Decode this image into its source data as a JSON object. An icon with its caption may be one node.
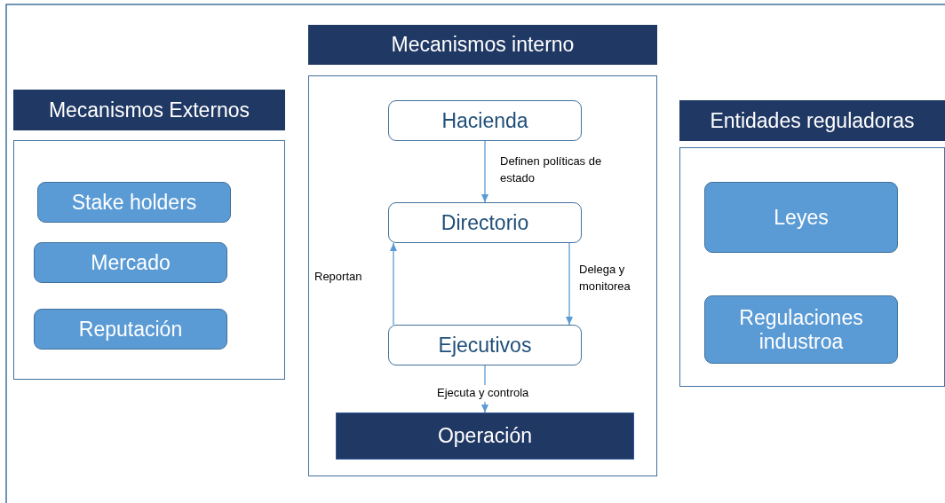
{
  "diagram": {
    "nodes": [
      {
        "text": [
          "Mecanismos Externos"
        ]
      },
      {
        "text": [
          "Stake holders"
        ],
        "in": 0
      },
      {
        "text": [
          "Mercado"
        ],
        "in": 0
      },
      {
        "text": [
          "Reputación"
        ],
        "in": 0
      },
      {
        "text": [
          "Mecanismos interno"
        ]
      },
      {
        "text": [
          "Hacienda"
        ],
        "in": 4
      },
      {
        "text": [
          "Directorio"
        ],
        "in": 4
      },
      {
        "text": [
          "Ejecutivos"
        ],
        "in": 4
      },
      {
        "text": [
          "Operación"
        ],
        "in": 4
      },
      {
        "text": [
          "Entidades reguladoras"
        ]
      },
      {
        "text": [
          "Leyes"
        ],
        "in": 9
      },
      {
        "text": [
          "Regulaciones industroa"
        ],
        "in": 9
      }
    ],
    "edges": [
      {
        "from": 5,
        "to": 6,
        "arrow": "to",
        "label": "Definen políticas de estado"
      },
      {
        "from": 7,
        "to": 6,
        "arrow": "to",
        "label": "Reportan"
      },
      {
        "from": 6,
        "to": 7,
        "arrow": "to",
        "label": "Delega y monitorea"
      },
      {
        "from": 7,
        "to": 8,
        "arrow": "to",
        "label": "Ejecuta y controla"
      }
    ]
  }
}
